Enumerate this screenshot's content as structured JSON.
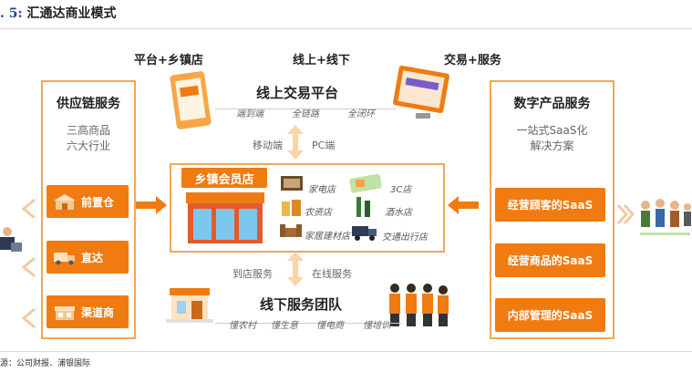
{
  "figure": {
    "prefix": ". 5:",
    "title": "汇通达商业模式"
  },
  "top_labels": {
    "left": "平台+乡镇店",
    "middle": "线上+线下",
    "right": "交易+服务"
  },
  "left_panel": {
    "title": "供应链服务",
    "subtitle_lines": [
      "三高商品",
      "六大行业"
    ],
    "buttons": [
      "前置仓",
      "直达",
      "渠道商"
    ]
  },
  "right_panel": {
    "title": "数字产品服务",
    "subtitle_lines": [
      "一站式SaaS化",
      "解决方案"
    ],
    "buttons": [
      "经营顾客的SaaS",
      "经营商品的SaaS",
      "内部管理的SaaS"
    ]
  },
  "online_platform": {
    "title": "线上交易平台",
    "tags": [
      "端到端",
      "全链路",
      "全闭环"
    ]
  },
  "connector_top": {
    "left": "移动端",
    "right": "PC端"
  },
  "center": {
    "title": "乡镇会员店",
    "categories": [
      "家电店",
      "3C店",
      "农资店",
      "酒水店",
      "家居建材店",
      "交通出行店"
    ]
  },
  "connector_bottom": {
    "left": "到店服务",
    "right": "在线服务"
  },
  "offline_team": {
    "title": "线下服务团队",
    "tags": [
      "懂农村",
      "懂生意",
      "懂电商",
      "懂培训"
    ]
  },
  "source": "源：公司财报、浦银国际",
  "colors": {
    "accent": "#f07b10",
    "border": "#f2a55a",
    "title_blue": "#1a3f8f"
  }
}
